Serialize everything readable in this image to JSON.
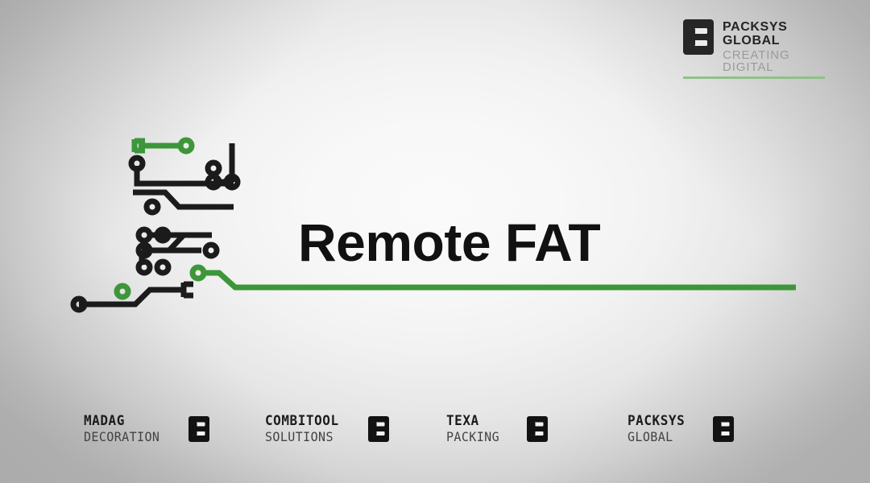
{
  "slide": {
    "title": "Remote FAT",
    "accent_green": "#3d9639",
    "trace_dark": "#1b1b1b",
    "background_center": "#fafafa",
    "background_edge": "#b9b9b9"
  },
  "logo": {
    "mark_icon": "packsys-b-mark-icon",
    "line1": "PACKSYS",
    "line2": "GLOBAL",
    "tagline": "CREATING DIGITAL",
    "rule_color": "#8fc187"
  },
  "circuit": {
    "name": "pcb-trace-artwork",
    "green_trace_color": "#3d9639",
    "dark_trace_color": "#1b1b1b"
  },
  "brands": [
    {
      "name": "MADAG",
      "sub": "DECORATION",
      "mark_icon": "b-mark-icon"
    },
    {
      "name": "COMBITOOL",
      "sub": "SOLUTIONS",
      "mark_icon": "b-mark-icon"
    },
    {
      "name": "TEXA",
      "sub": "PACKING",
      "mark_icon": "b-mark-icon"
    },
    {
      "name": "PACKSYS",
      "sub": "GLOBAL",
      "mark_icon": "b-mark-icon"
    }
  ]
}
